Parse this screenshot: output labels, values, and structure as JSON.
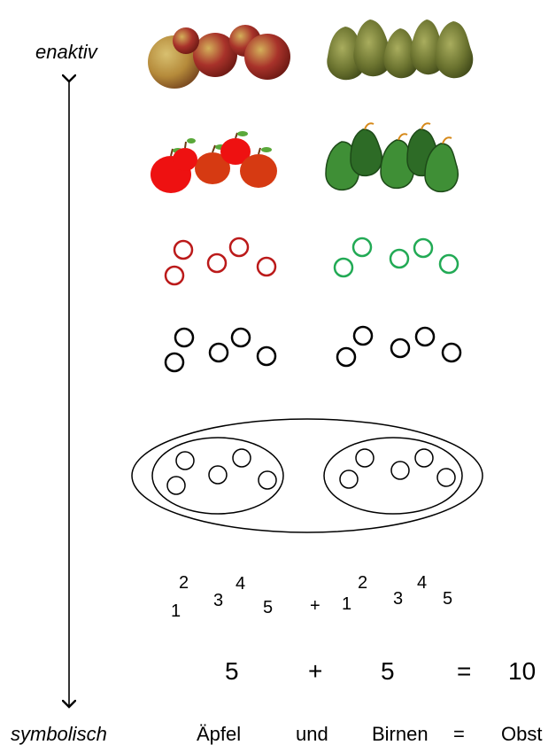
{
  "labels": {
    "top": "enaktiv",
    "bottom": "symbolisch"
  },
  "colors": {
    "apple_photo": "#9b2a22",
    "apple_photo_light": "#c6a24a",
    "pear_photo": "#6f7a32",
    "apple_icon": "#ee1111",
    "apple_icon_dark": "#d63a12",
    "pear_icon": "#3f8f36",
    "pear_icon_dark": "#2d6b26",
    "red_ring": "#bb1a1a",
    "green_ring": "#22aa55",
    "black": "#000000"
  },
  "counting": {
    "left": [
      "1",
      "2",
      "3",
      "4",
      "5"
    ],
    "plus": "+",
    "right": [
      "1",
      "2",
      "3",
      "4",
      "5"
    ]
  },
  "equation": {
    "a": "5",
    "op": "+",
    "b": "5",
    "eq": "=",
    "result": "10"
  },
  "words": {
    "a": "Äpfel",
    "op": "und",
    "b": "Birnen",
    "eq": "=",
    "result": "Obst"
  }
}
